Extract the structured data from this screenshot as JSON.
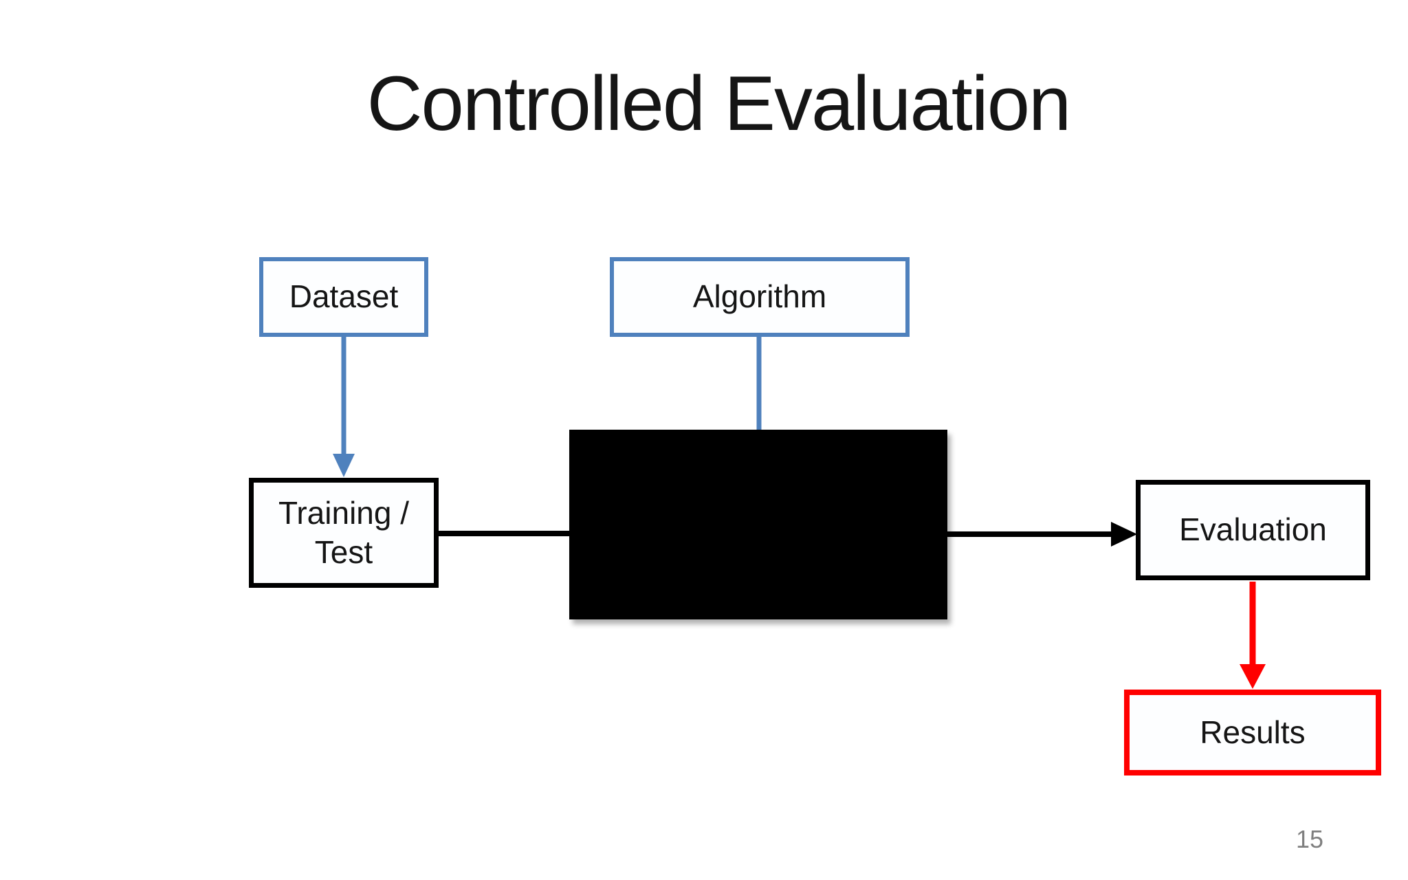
{
  "slide": {
    "title": "Controlled Evaluation",
    "page_number": "15"
  },
  "boxes": {
    "dataset": {
      "label": "Dataset"
    },
    "algorithm": {
      "label": "Algorithm"
    },
    "training_test": {
      "label": "Training / Test",
      "lines": [
        "Training /",
        "Test"
      ]
    },
    "blackout": {
      "label": ""
    },
    "evaluation": {
      "label": "Evaluation"
    },
    "results": {
      "label": "Results"
    }
  },
  "diagram": {
    "edges": [
      {
        "from": "dataset",
        "to": "training_test",
        "color": "#4f81bd",
        "arrowhead": true
      },
      {
        "from": "algorithm",
        "to": "blackout",
        "color": "#4f81bd",
        "arrowhead": false
      },
      {
        "from": "training_test",
        "to": "blackout",
        "color": "#000000",
        "arrowhead": false
      },
      {
        "from": "blackout",
        "to": "evaluation",
        "color": "#000000",
        "arrowhead": true
      },
      {
        "from": "evaluation",
        "to": "results",
        "color": "#ff0000",
        "arrowhead": true
      }
    ]
  },
  "colors": {
    "accent_blue": "#4f81bd",
    "accent_red": "#ff0000",
    "node_border_black": "#000000",
    "blackout_fill": "#000000",
    "page_number_gray": "#7f7f7f",
    "background": "#ffffff"
  }
}
